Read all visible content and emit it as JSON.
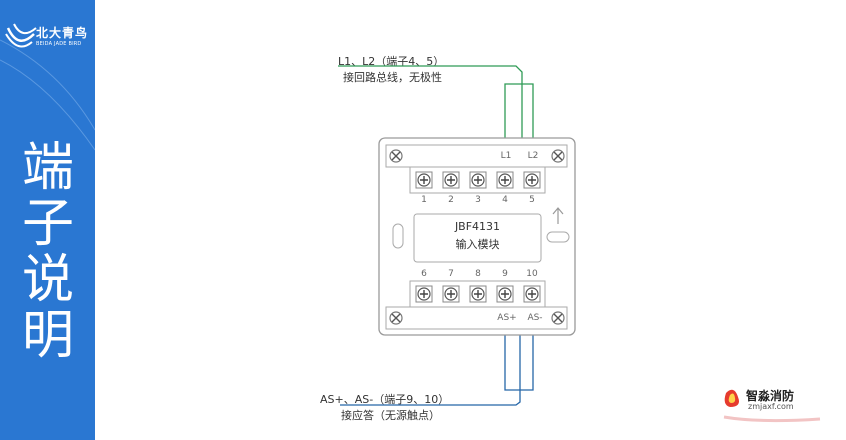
{
  "brand": {
    "name_cn": "北大青鸟",
    "name_en": "BEIDA JADE BIRD"
  },
  "sidebar": {
    "title_chars": [
      "端",
      "子",
      "说",
      "明"
    ]
  },
  "top_wire": {
    "line1": "L1、L2（端子4、5）",
    "line2": "接回路总线，无极性"
  },
  "bottom_wire": {
    "line1": "AS+、AS-（端子9、10）",
    "line2": "接应答（无源触点）"
  },
  "module": {
    "model": "JBF4131",
    "name": "输入模块",
    "top_terminal_tags": [
      "L1",
      "L2"
    ],
    "bottom_terminal_tags": [
      "AS+",
      "AS-"
    ],
    "top_terminal_numbers": [
      "1",
      "2",
      "3",
      "4",
      "5"
    ],
    "bottom_terminal_numbers": [
      "6",
      "7",
      "8",
      "9",
      "10"
    ],
    "arrow_icon": "up-arrow-icon"
  },
  "watermark": {
    "name": "智淼消防",
    "url": "zmjaxf.com"
  },
  "colors": {
    "sidebar_blue": "#2a77d2",
    "top_wire_green": "#2f9b56",
    "bottom_wire_blue": "#2566a8",
    "device_stroke": "#9a9a9a"
  }
}
